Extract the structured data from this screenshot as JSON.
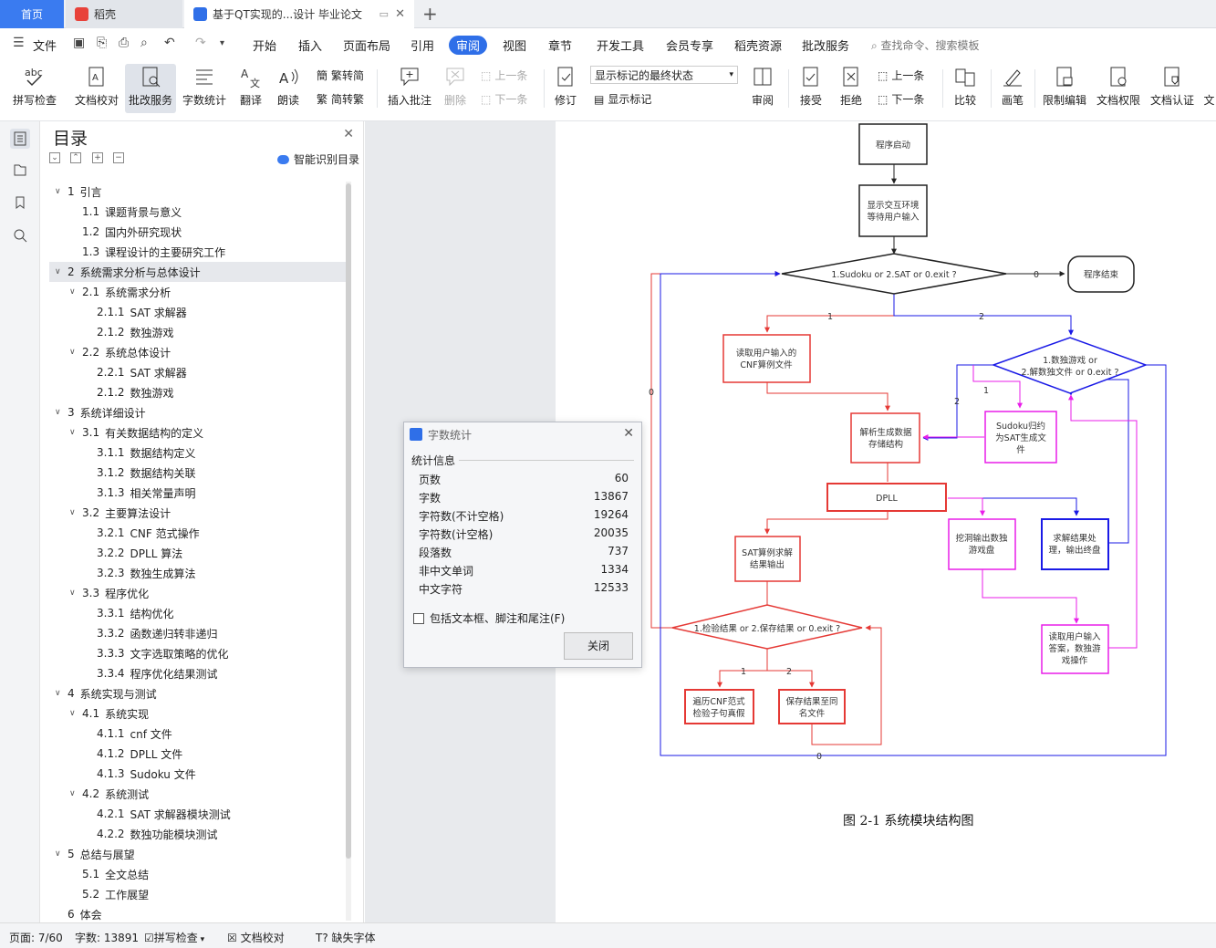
{
  "tabs": {
    "home": "首页",
    "daoke": "稻壳",
    "doc": "基于QT实现的...设计 毕业论文"
  },
  "menu": {
    "file": "文件",
    "items": [
      "开始",
      "插入",
      "页面布局",
      "引用",
      "审阅",
      "视图",
      "章节",
      "开发工具",
      "会员专享",
      "稻壳资源",
      "批改服务"
    ],
    "active": "审阅",
    "search": "查找命令、搜索模板"
  },
  "ribbon": {
    "spell": "拼写检查",
    "proof": "文档校对",
    "correct": "批改服务",
    "wordcount": "字数统计",
    "translate": "翻译",
    "read": "朗读",
    "trad2simp": "繁转简",
    "simp2trad": "简转繁",
    "insert_comment": "插入批注",
    "delete": "删除",
    "prev": "上一条",
    "next": "下一条",
    "revise": "修订",
    "markup_state": "显示标记的最终状态",
    "show_markup": "显示标记",
    "review": "审阅",
    "accept": "接受",
    "reject": "拒绝",
    "prev2": "上一条",
    "next2": "下一条",
    "compare": "比较",
    "pen": "画笔",
    "restrict": "限制编辑",
    "permission": "文档权限",
    "certify": "文档认证",
    "more": "文"
  },
  "toc": {
    "title": "目录",
    "smart": "智能识别目录",
    "items": [
      {
        "num": "1",
        "text": "引言",
        "level": 0,
        "caret": true
      },
      {
        "num": "1.1",
        "text": "课题背景与意义",
        "level": 1
      },
      {
        "num": "1.2",
        "text": "国内外研究现状",
        "level": 1
      },
      {
        "num": "1.3",
        "text": "课程设计的主要研究工作",
        "level": 1
      },
      {
        "num": "2",
        "text": "系统需求分析与总体设计",
        "level": 0,
        "caret": true,
        "selected": true
      },
      {
        "num": "2.1",
        "text": "系统需求分析",
        "level": 1,
        "caret": true
      },
      {
        "num": "2.1.1",
        "text": "SAT 求解器",
        "level": 2
      },
      {
        "num": "2.1.2",
        "text": "数独游戏",
        "level": 2
      },
      {
        "num": "2.2",
        "text": "系统总体设计",
        "level": 1,
        "caret": true
      },
      {
        "num": "2.2.1",
        "text": "SAT 求解器",
        "level": 2
      },
      {
        "num": "2.1.2",
        "text": "数独游戏",
        "level": 2
      },
      {
        "num": "3",
        "text": "系统详细设计",
        "level": 0,
        "caret": true
      },
      {
        "num": "3.1",
        "text": "有关数据结构的定义",
        "level": 1,
        "caret": true
      },
      {
        "num": "3.1.1",
        "text": "数据结构定义",
        "level": 2
      },
      {
        "num": "3.1.2",
        "text": "数据结构关联",
        "level": 2
      },
      {
        "num": "3.1.3",
        "text": "相关常量声明",
        "level": 2
      },
      {
        "num": "3.2",
        "text": "主要算法设计",
        "level": 1,
        "caret": true
      },
      {
        "num": "3.2.1",
        "text": "CNF 范式操作",
        "level": 2
      },
      {
        "num": "3.2.2",
        "text": "DPLL 算法",
        "level": 2
      },
      {
        "num": "3.2.3",
        "text": "数独生成算法",
        "level": 2
      },
      {
        "num": "3.3",
        "text": "程序优化",
        "level": 1,
        "caret": true
      },
      {
        "num": "3.3.1",
        "text": "结构优化",
        "level": 2
      },
      {
        "num": "3.3.2",
        "text": "函数递归转非递归",
        "level": 2
      },
      {
        "num": "3.3.3",
        "text": "文字选取策略的优化",
        "level": 2
      },
      {
        "num": "3.3.4",
        "text": "程序优化结果测试",
        "level": 2
      },
      {
        "num": "4",
        "text": "系统实现与测试",
        "level": 0,
        "caret": true
      },
      {
        "num": "4.1",
        "text": "系统实现",
        "level": 1,
        "caret": true
      },
      {
        "num": "4.1.1",
        "text": "cnf 文件",
        "level": 2
      },
      {
        "num": "4.1.2",
        "text": "DPLL 文件",
        "level": 2
      },
      {
        "num": "4.1.3",
        "text": "Sudoku 文件",
        "level": 2
      },
      {
        "num": "4.2",
        "text": "系统测试",
        "level": 1,
        "caret": true
      },
      {
        "num": "4.2.1",
        "text": "SAT 求解器模块测试",
        "level": 2
      },
      {
        "num": "4.2.2",
        "text": "数独功能模块测试",
        "level": 2
      },
      {
        "num": "5",
        "text": "总结与展望",
        "level": 0,
        "caret": true
      },
      {
        "num": "5.1",
        "text": "全文总结",
        "level": 1
      },
      {
        "num": "5.2",
        "text": "工作展望",
        "level": 1
      },
      {
        "num": "6",
        "text": "体会",
        "level": 0
      }
    ]
  },
  "dialog": {
    "title": "字数统计",
    "section": "统计信息",
    "rows": [
      {
        "label": "页数",
        "value": "60"
      },
      {
        "label": "字数",
        "value": "13867"
      },
      {
        "label": "字符数(不计空格)",
        "value": "19264"
      },
      {
        "label": "字符数(计空格)",
        "value": "20035"
      },
      {
        "label": "段落数",
        "value": "737"
      },
      {
        "label": "非中文单词",
        "value": "1334"
      },
      {
        "label": "中文字符",
        "value": "12533"
      }
    ],
    "checkbox": "包括文本框、脚注和尾注(F)",
    "close": "关闭"
  },
  "flowchart": {
    "start": "程序启动",
    "show1": "显示交互环境",
    "show2": "等待用户输入",
    "decision1": "1.Sudoku or 2.SAT or 0.exit ?",
    "end": "程序结束",
    "read1": "读取用户输入的",
    "read2": "CNF算例文件",
    "parse1": "解析生成数据",
    "parse2": "存储结构",
    "dpll": "DPLL",
    "sat1": "SAT算例求解",
    "sat2": "结果输出",
    "decision2": "1.检验结果 or 2.保存结果 or 0.exit ?",
    "verify1": "遍历CNF范式",
    "verify2": "检验子句真假",
    "save1": "保存结果至同",
    "save2": "名文件",
    "sudoku_d1": "1.数独游戏 or",
    "sudoku_d2": "2.解数独文件 or 0.exit ?",
    "sudoku_red1": "Sudoku归约",
    "sudoku_red2": "为SAT生成文",
    "sudoku_red3": "件",
    "dig1": "挖洞输出数独",
    "dig2": "游戏盘",
    "solve1": "求解结果处",
    "solve2": "理，输出终盘",
    "ans1": "读取用户输入",
    "ans2": "答案，数独游",
    "ans3": "戏操作",
    "l0": "0",
    "l1": "1",
    "l2": "2",
    "caption": "图 2-1  系统模块结构图"
  },
  "status": {
    "page": "页面: 7/60",
    "words": "字数: 13891",
    "spell": "拼写检查",
    "proof": "文档校对",
    "font": "缺失字体"
  }
}
